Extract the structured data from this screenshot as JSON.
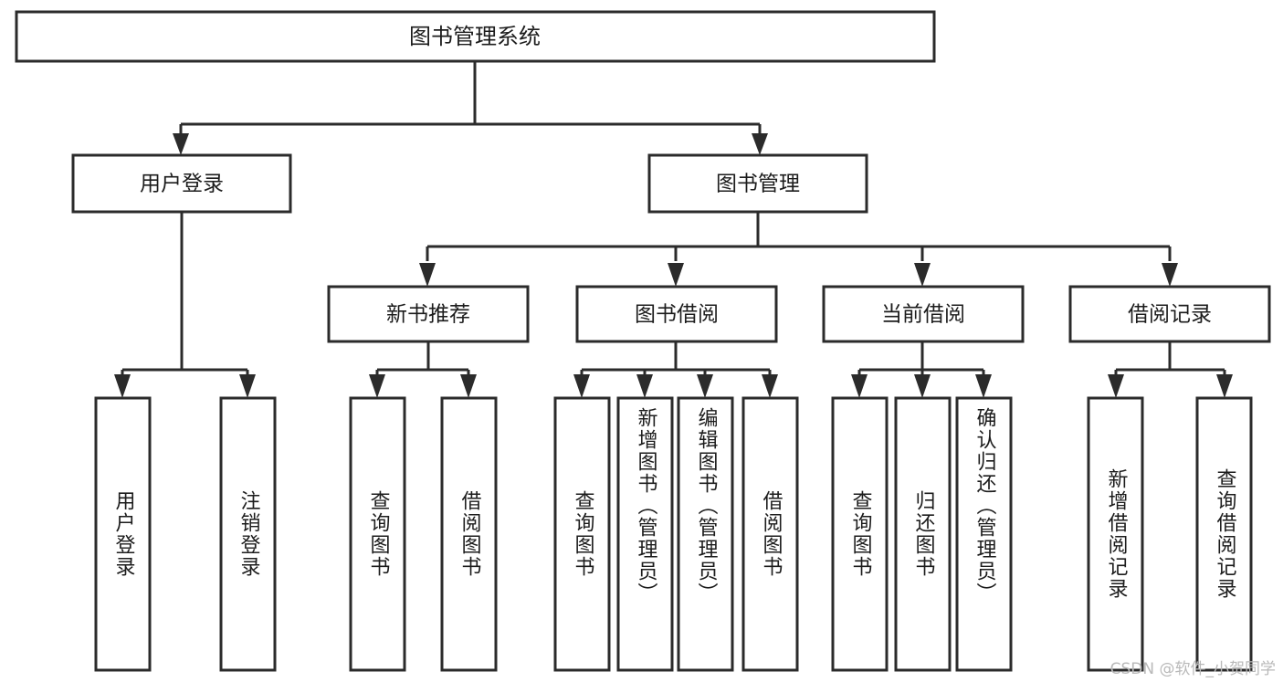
{
  "diagram": {
    "type": "tree",
    "title": "图书管理系统",
    "orientation": "top-down",
    "watermark": "CSDN @软件_小贺同学",
    "colors": {
      "box_fill": "#ffffff",
      "box_stroke": "#2b2b2b",
      "text": "#1c1c1c",
      "watermark": "#b9b9b9",
      "background": "#ffffff"
    },
    "levels": {
      "root": {
        "label": "图书管理系统"
      },
      "level2": [
        {
          "label": "用户登录"
        },
        {
          "label": "图书管理"
        }
      ],
      "level3": [
        {
          "label": "新书推荐"
        },
        {
          "label": "图书借阅"
        },
        {
          "label": "当前借阅"
        },
        {
          "label": "借阅记录"
        }
      ],
      "leaves": [
        {
          "label": "用户登录",
          "parent": "用户登录"
        },
        {
          "label": "注销登录",
          "parent": "用户登录"
        },
        {
          "label": "查询图书",
          "parent": "新书推荐"
        },
        {
          "label": "借阅图书",
          "parent": "新书推荐"
        },
        {
          "label": "查询图书",
          "parent": "图书借阅"
        },
        {
          "label": "新增图书（管理员）",
          "parent": "图书借阅"
        },
        {
          "label": "编辑图书（管理员）",
          "parent": "图书借阅"
        },
        {
          "label": "借阅图书",
          "parent": "图书借阅"
        },
        {
          "label": "查询图书",
          "parent": "当前借阅"
        },
        {
          "label": "归还图书",
          "parent": "当前借阅"
        },
        {
          "label": "确认归还（管理员）",
          "parent": "当前借阅"
        },
        {
          "label": "新增借阅记录",
          "parent": "借阅记录"
        },
        {
          "label": "查询借阅记录",
          "parent": "借阅记录"
        }
      ]
    }
  }
}
